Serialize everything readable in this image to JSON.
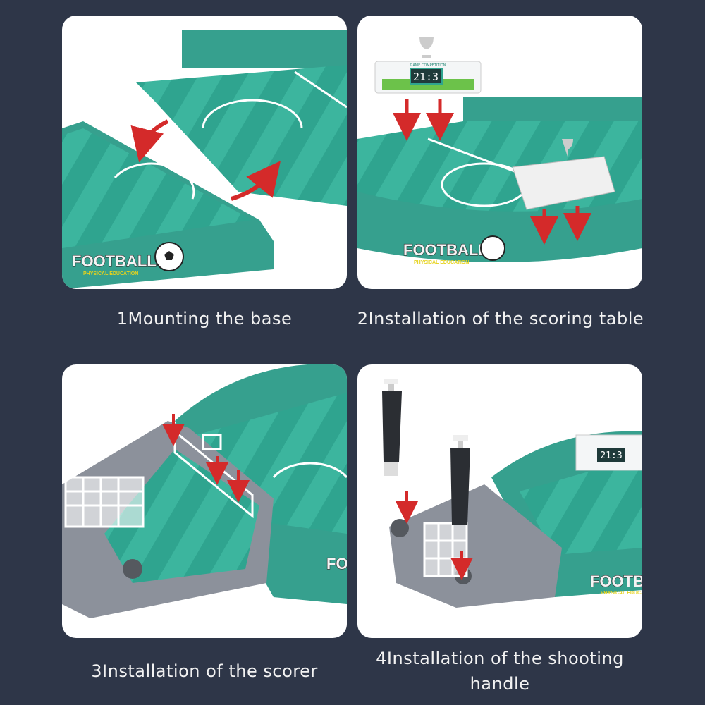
{
  "colors": {
    "background": "#2e3648",
    "panel": "#ffffff",
    "field": "#2fa48f",
    "field_stripe": "#3cb59e",
    "wall": "#36a08e",
    "arrow": "#d42a2a",
    "goal_frame": "#8c919b",
    "handle": "#2b2e33"
  },
  "logo": {
    "main": "FOOTBALL",
    "sub": "PHYSICAL EDUCATION"
  },
  "scoreboard": {
    "title": "GAME COMPETITION",
    "score": "21:3"
  },
  "steps": [
    {
      "caption": "1Mounting the base",
      "icons": [
        "arrow-curved-left-icon",
        "arrow-curved-right-icon"
      ]
    },
    {
      "caption": "2Installation of the scoring table",
      "icons": [
        "arrow-down-icon",
        "trophy-icon"
      ]
    },
    {
      "caption": "3Installation of the scorer",
      "icons": [
        "arrow-down-icon",
        "goal-net-icon"
      ]
    },
    {
      "caption": "4Installation of the shooting handle",
      "icons": [
        "arrow-down-icon",
        "handle-icon"
      ]
    }
  ]
}
